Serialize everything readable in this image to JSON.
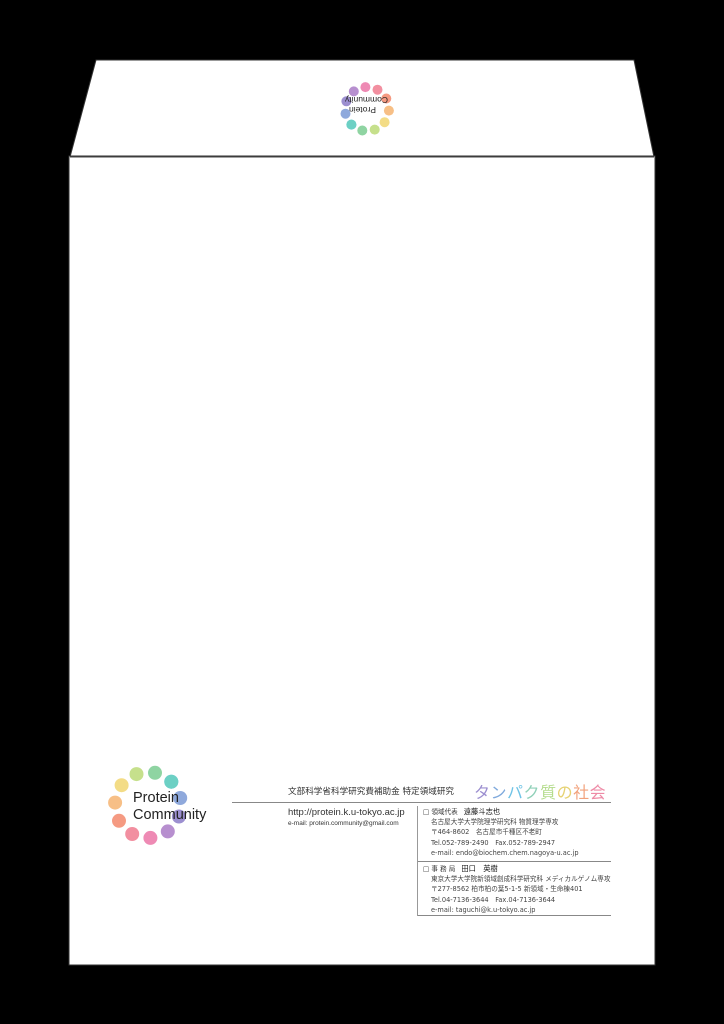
{
  "flap_logo": {
    "line1": "Protein",
    "line2": "Community"
  },
  "logo": {
    "line1": "Protein",
    "line2": "Community"
  },
  "grant_text": "文部科学省科学研究費補助金 特定領域研究",
  "project_title": [
    {
      "ch": "タ",
      "color": "#9c8fd0"
    },
    {
      "ch": "ン",
      "color": "#7fa9dc"
    },
    {
      "ch": "パ",
      "color": "#6fc3e6"
    },
    {
      "ch": "ク",
      "color": "#8fd0b8"
    },
    {
      "ch": "質",
      "color": "#b4dc8c"
    },
    {
      "ch": "の",
      "color": "#e6d272"
    },
    {
      "ch": "社",
      "color": "#f2a27c"
    },
    {
      "ch": "会",
      "color": "#ee8aa6"
    }
  ],
  "url": "http://protein.k.u-tokyo.ac.jp",
  "community_email": "e-mail: protein.community@gmail.com",
  "rep": {
    "label": "□ 領域代表",
    "name": "遠藤斗志也",
    "lines": [
      "名古屋大学大学院理学研究科 物質理学専攻",
      "〒464-8602　名古屋市千種区不老町",
      "Tel.052-789-2490　Fax.052-789-2947",
      "e-mail: endo@biochem.chem.nagoya-u.ac.jp"
    ]
  },
  "office": {
    "label": "□ 事 務 局",
    "name": "田口　英樹",
    "lines": [
      "東京大学大学院新領域創成科学研究科 メディカルゲノム専攻",
      "〒277-8562 柏市柏の葉5-1-5 新領域・生命棟401",
      "Tel.04-7136-3644　Fax.04-7136-3644",
      "e-mail: taguchi@k.u-tokyo.ac.jp"
    ]
  },
  "logo_dot_colors": [
    "#6cc8ee",
    "#8fa9dc",
    "#9c8fd0",
    "#b78fcf",
    "#ee8ab4",
    "#f28fa0",
    "#f59a82",
    "#f7bf86",
    "#f3dc86",
    "#c6e08c",
    "#8fd4a2",
    "#6cd0c4"
  ]
}
